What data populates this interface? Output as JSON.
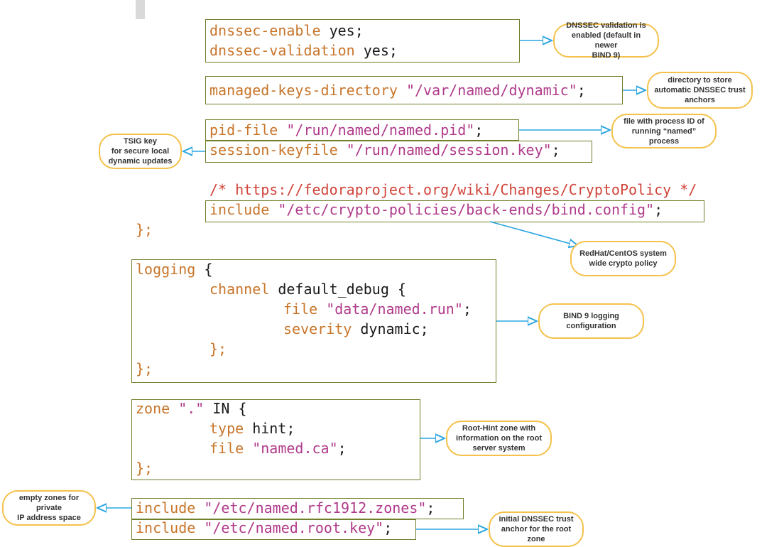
{
  "lines": {
    "dnssec_enable": {
      "k": "dnssec-enable",
      "v": " yes;"
    },
    "dnssec_validation": {
      "k": "dnssec-validation",
      "v": " yes;"
    },
    "managed_keys": {
      "k": "managed-keys-directory",
      "s": " \"/var/named/dynamic\"",
      "end": ";"
    },
    "pid_file": {
      "k": "pid-file",
      "s": " \"/run/named/named.pid\"",
      "end": ";"
    },
    "session_keyfile": {
      "k": "session-keyfile",
      "s": " \"/run/named/session.key\"",
      "end": ";"
    },
    "crypto_comment": "/* https://fedoraproject.org/wiki/Changes/CryptoPolicy */",
    "crypto_include": {
      "k": "include",
      "s": " \"/etc/crypto-policies/back-ends/bind.config\"",
      "end": ";"
    },
    "options_close": "};",
    "logging_open": {
      "k": "logging",
      "v": " {"
    },
    "channel_open": {
      "k": "channel",
      "v": " default_debug {"
    },
    "file_run": {
      "k": "file",
      "s": " \"data/named.run\"",
      "end": ";"
    },
    "severity": {
      "k": "severity",
      "v": " dynamic;"
    },
    "channel_close": "};",
    "logging_close": "};",
    "zone_open": {
      "k": "zone",
      "s": " \".\"",
      "v": " IN {"
    },
    "zone_type": {
      "k": "type",
      "v": " hint;"
    },
    "zone_file": {
      "k": "file",
      "s": " \"named.ca\"",
      "end": ";"
    },
    "zone_close": "};",
    "include_rfc": {
      "k": "include",
      "s": " \"/etc/named.rfc1912.zones\"",
      "end": ";"
    },
    "include_root": {
      "k": "include",
      "s": " \"/etc/named.root.key\"",
      "end": ";"
    }
  },
  "notes": {
    "dnssec": "DNSSEC validation is\nenabled (default in newer\nBIND 9)",
    "managed_keys": "directory to store\nautomatic DNSSEC trust\nanchors",
    "pid_file": "file with process ID of\nrunning “named” process",
    "tsig": "TSIG key\nfor secure local\ndynamic updates",
    "crypto": "RedHat/CentOS system\nwide crypto policy",
    "logging": "BIND 9 logging\nconfiguration",
    "root_hint": "Root-Hint zone with\ninformation on the root\nserver system",
    "empty_zones": "empty zones for private\nIP address space",
    "trust_anchor": "initial DNSSEC trust\nanchor for the root\nzone"
  },
  "colors": {
    "keyword": "#c8752a",
    "string": "#b03a8a",
    "comment": "#d0443a",
    "box_border": "#6f7f2a",
    "note_border": "#f4c14a",
    "arrow": "#2aa6e0"
  }
}
